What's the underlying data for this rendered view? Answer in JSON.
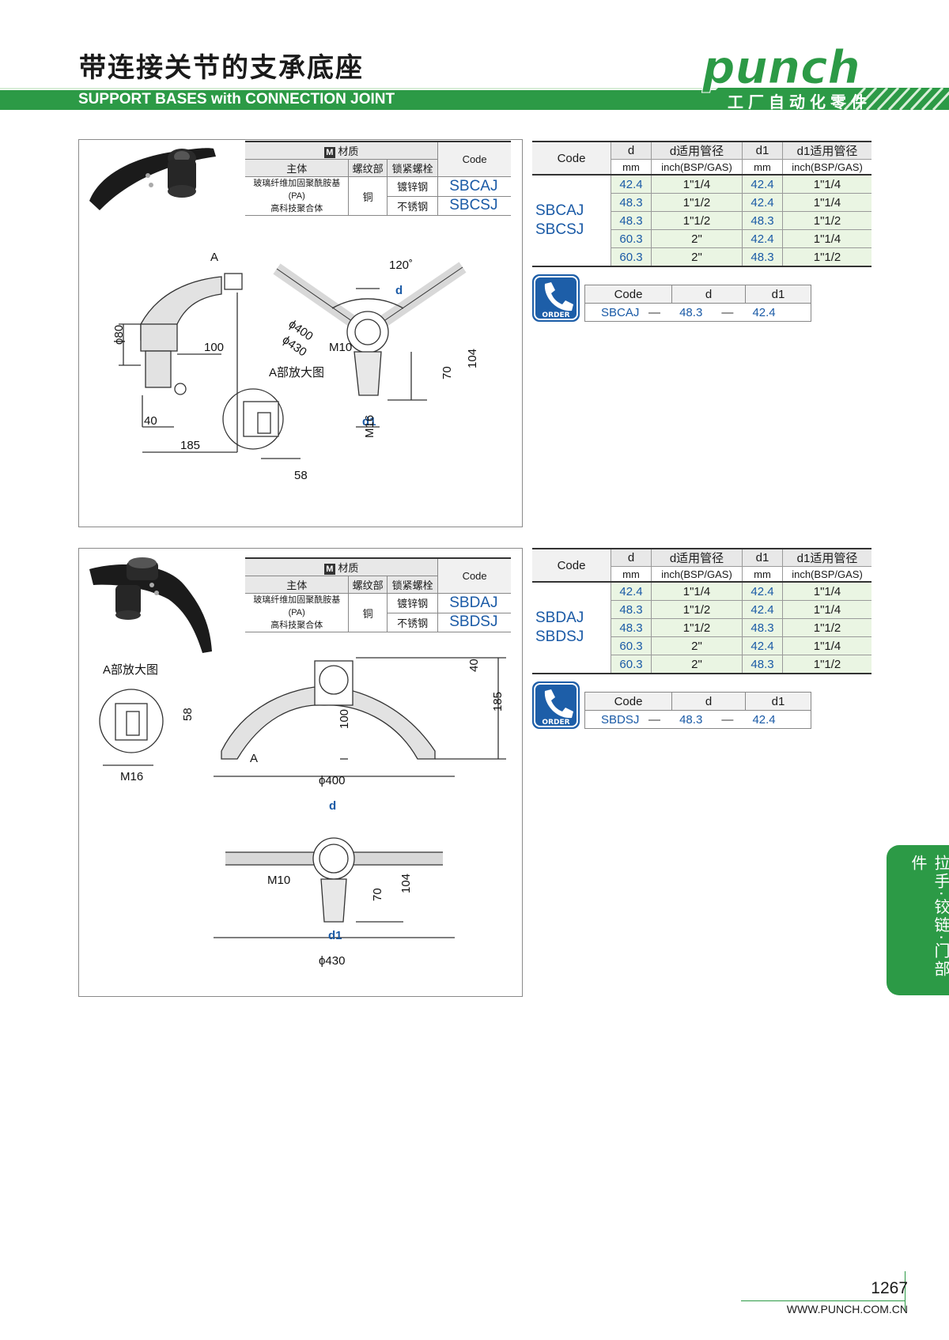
{
  "header": {
    "title_cn": "带连接关节的支承底座",
    "title_en": "SUPPORT BASES with CONNECTION JOINT",
    "logo_text": "punch",
    "logo_sub": "工厂自动化零件"
  },
  "colors": {
    "brand_green": "#2c9a46",
    "code_blue": "#1a5aa6",
    "row_green": "#eaf5e3",
    "order_blue": "#1d5ea8"
  },
  "material_header": {
    "icon": "M",
    "label": "材质",
    "main": "主体",
    "thread": "螺纹部",
    "bolt": "锁紧螺栓",
    "code": "Code"
  },
  "material_body": "玻璃纤维加固聚酰胺基(PA)",
  "material_body2": "高科技聚合体",
  "thread_material": "铜",
  "spec_header": {
    "code": "Code",
    "d": "d",
    "d_pipe": "d适用管径",
    "d1": "d1",
    "d1_pipe": "d1适用管径",
    "mm": "mm",
    "inch": "inch(BSP/GAS)",
    "mm2": "mm",
    "inch2": "inch(BSP/GAS)"
  },
  "order_header": {
    "code": "Code",
    "d": "d",
    "d1": "d1",
    "dash": "—",
    "icon_label": "ORDER"
  },
  "section1": {
    "materials": [
      {
        "bolt": "镀锌钢",
        "code": "SBCAJ"
      },
      {
        "bolt": "不锈钢",
        "code": "SBCSJ"
      }
    ],
    "codes": [
      "SBCAJ",
      "SBCSJ"
    ],
    "rows": [
      {
        "d": "42.4",
        "dp": "1\"1/4",
        "d1": "42.4",
        "d1p": "1\"1/4"
      },
      {
        "d": "48.3",
        "dp": "1\"1/2",
        "d1": "42.4",
        "d1p": "1\"1/4"
      },
      {
        "d": "48.3",
        "dp": "1\"1/2",
        "d1": "48.3",
        "d1p": "1\"1/2"
      },
      {
        "d": "60.3",
        "dp": "2\"",
        "d1": "42.4",
        "d1p": "1\"1/4"
      },
      {
        "d": "60.3",
        "dp": "2\"",
        "d1": "48.3",
        "d1p": "1\"1/2"
      }
    ],
    "order": {
      "code": "SBCAJ",
      "d": "48.3",
      "d1": "42.4"
    },
    "dims": {
      "a": "A",
      "phi80": "ϕ80",
      "d100": "100",
      "d40": "40",
      "d185": "185",
      "angle": "120˚",
      "d": "d",
      "phi400": "ϕ400",
      "phi430": "ϕ430",
      "m10": "M10",
      "d70": "70",
      "d104": "104",
      "detail": "A部放大图",
      "m16": "M16",
      "d1": "d1",
      "d58": "58"
    }
  },
  "section2": {
    "materials": [
      {
        "bolt": "镀锌钢",
        "code": "SBDAJ"
      },
      {
        "bolt": "不锈钢",
        "code": "SBDSJ"
      }
    ],
    "codes": [
      "SBDAJ",
      "SBDSJ"
    ],
    "rows": [
      {
        "d": "42.4",
        "dp": "1\"1/4",
        "d1": "42.4",
        "d1p": "1\"1/4"
      },
      {
        "d": "48.3",
        "dp": "1\"1/2",
        "d1": "42.4",
        "d1p": "1\"1/4"
      },
      {
        "d": "48.3",
        "dp": "1\"1/2",
        "d1": "48.3",
        "d1p": "1\"1/2"
      },
      {
        "d": "60.3",
        "dp": "2\"",
        "d1": "42.4",
        "d1p": "1\"1/4"
      },
      {
        "d": "60.3",
        "dp": "2\"",
        "d1": "48.3",
        "d1p": "1\"1/2"
      }
    ],
    "order": {
      "code": "SBDSJ",
      "d": "48.3",
      "d1": "42.4"
    },
    "dims": {
      "detail": "A部放大图",
      "d58": "58",
      "m16": "M16",
      "a": "A",
      "d40": "40",
      "d185": "185",
      "d100": "100",
      "phi400": "ϕ400",
      "d": "d",
      "m10": "M10",
      "d70": "70",
      "d104": "104",
      "d1": "d1",
      "phi430": "ϕ430"
    }
  },
  "side_tab": "拉手·铰链·门部件",
  "footer": {
    "page": "1267",
    "url": "WWW.PUNCH.COM.CN"
  }
}
